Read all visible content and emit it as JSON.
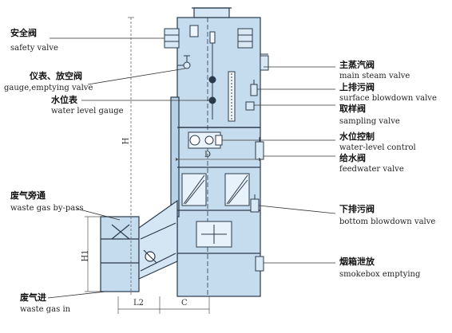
{
  "labels": {
    "safety_valve": {
      "cn": "安全阀",
      "en": "safety valve"
    },
    "gauge_emptying_valve": {
      "cn": "仪表、放空阀",
      "en": "gauge,emptying valve"
    },
    "water_level_gauge": {
      "cn": "水位表",
      "en": "water level gauge"
    },
    "main_steam_valve": {
      "cn": "主蒸汽阀",
      "en": "main steam valve"
    },
    "surface_blowdown_valve": {
      "cn": "上排污阀",
      "en": "surface blowdown valve"
    },
    "sampling_valve": {
      "cn": "取样阀",
      "en": "sampling valve"
    },
    "water_level_control": {
      "cn": "水位控制",
      "en": "water-level control"
    },
    "feedwater_valve": {
      "cn": "给水阀",
      "en": "feedwater valve"
    },
    "waste_gas_bypass": {
      "cn": "废气旁通",
      "en": "waste gas by-pass"
    },
    "bottom_blowdown_valve": {
      "cn": "下排污阀",
      "en": "bottom blowdown valve"
    },
    "smokebox_emptying": {
      "cn": "烟箱泄放",
      "en": "smokebox emptying"
    },
    "waste_gas_in": {
      "cn": "废气进",
      "en": "waste gas in"
    }
  },
  "dimensions": {
    "d": "D",
    "h": "H",
    "h1": "H1",
    "l2": "L2",
    "c": "C"
  },
  "colors": {
    "body_fill": "#c4dcee",
    "line": "#2a3a4a",
    "leader": "#333333",
    "dim_line": "#555555"
  }
}
